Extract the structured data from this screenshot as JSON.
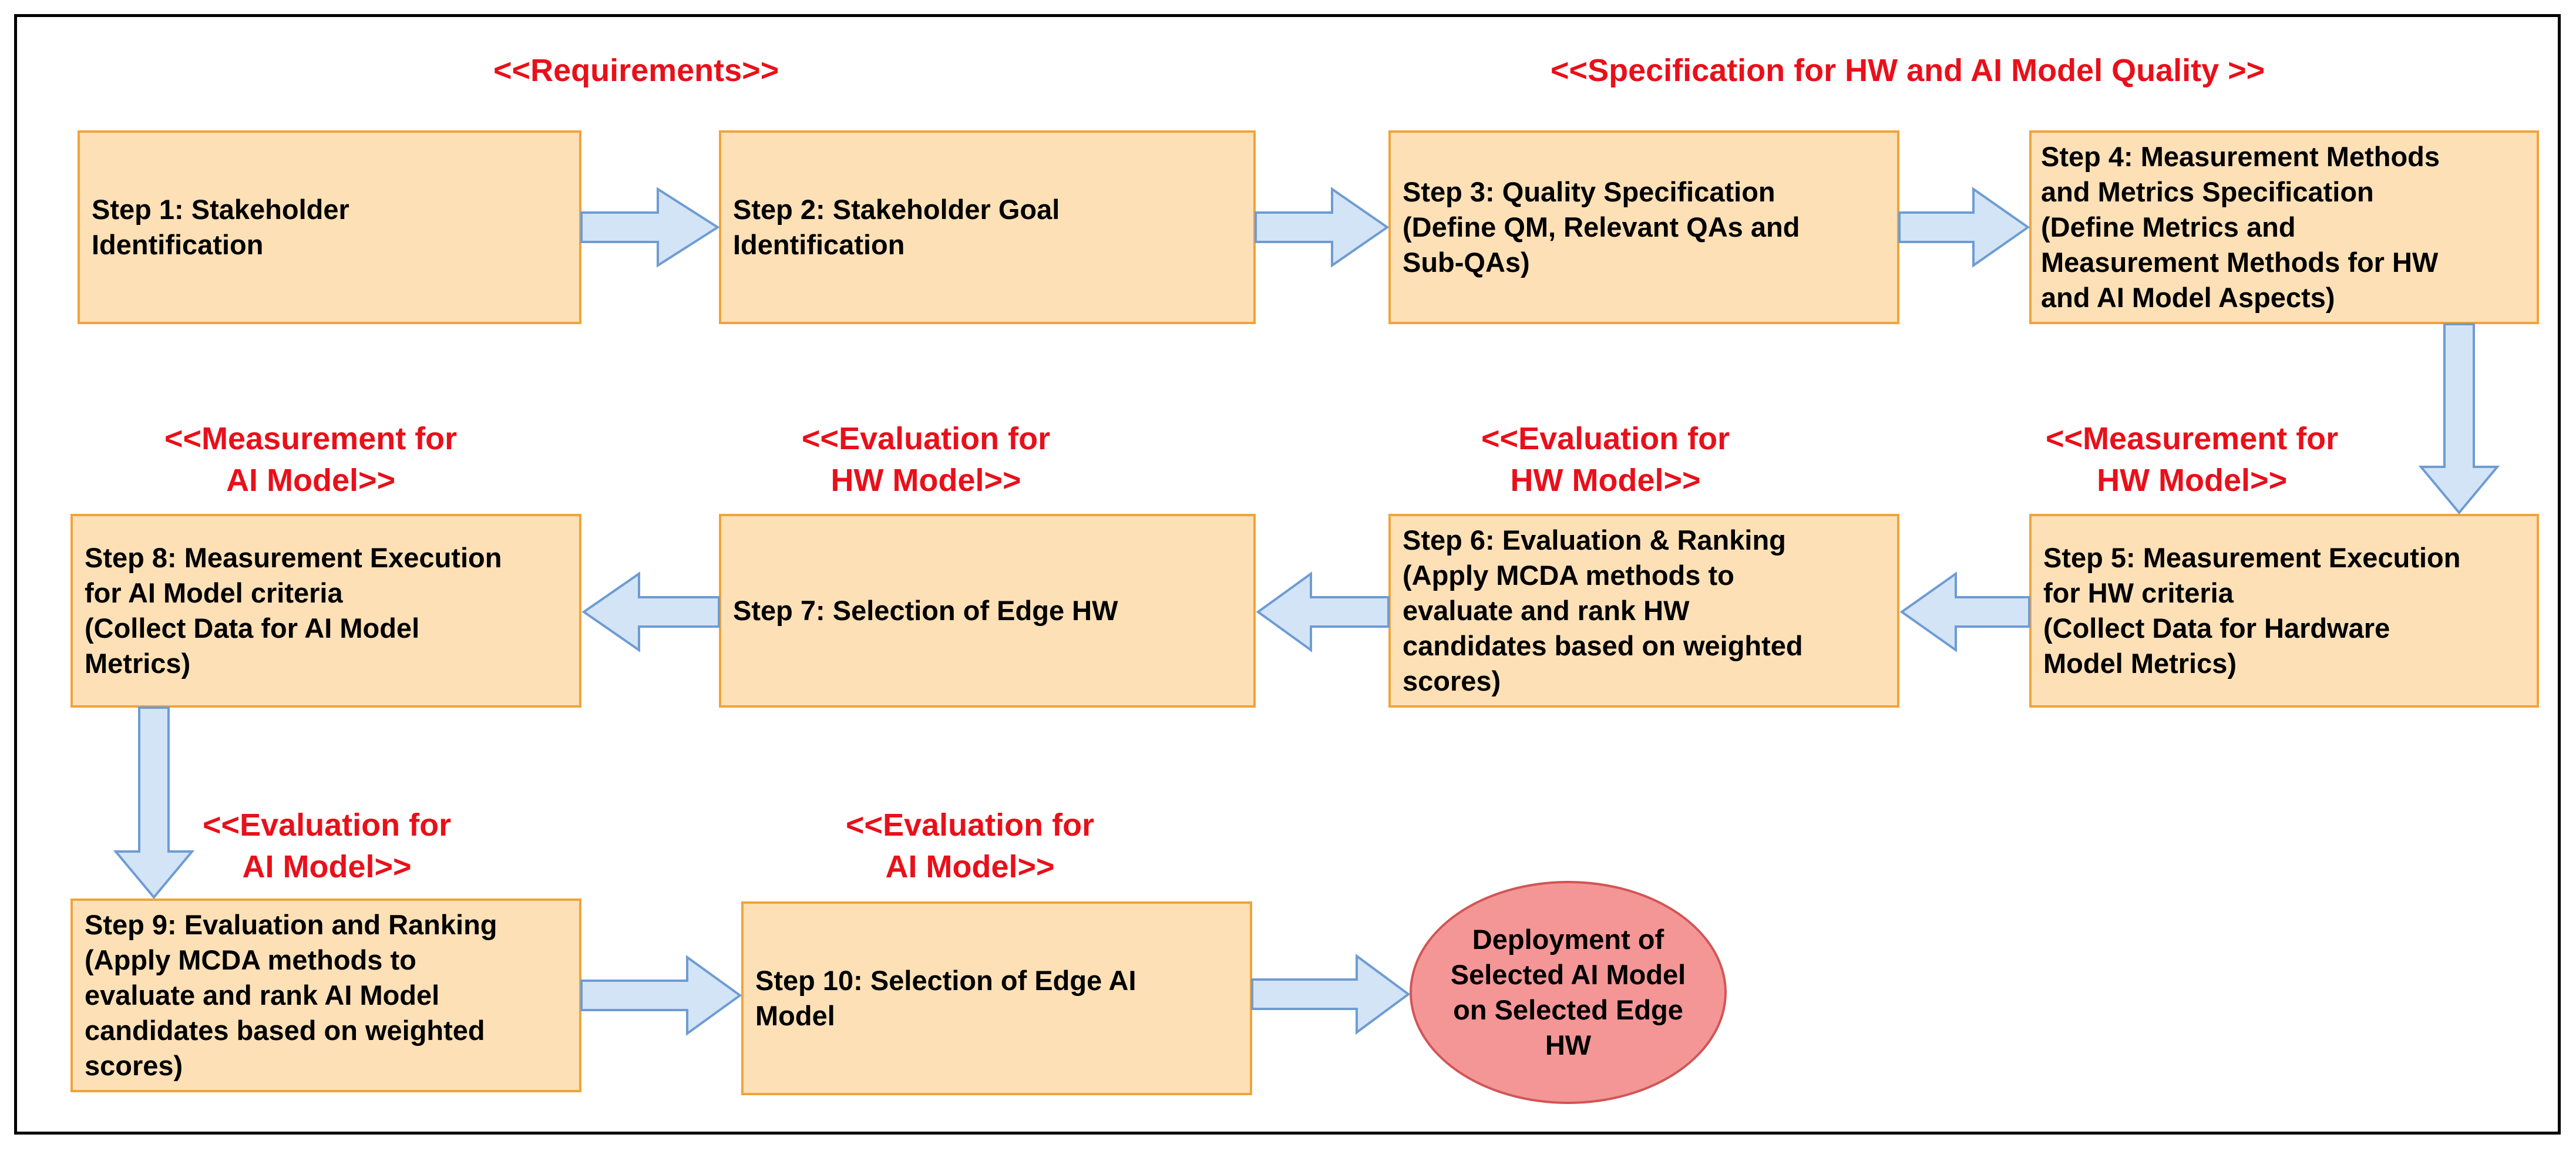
{
  "labels": {
    "requirements": "<<Requirements>>",
    "specification": "<<Specification for HW and AI Model Quality >>",
    "measurement_ai": [
      "<<Measurement for",
      "AI Model>>"
    ],
    "evaluation_hw_1": [
      "<<Evaluation for",
      "HW Model>>"
    ],
    "evaluation_hw_2": [
      "<<Evaluation for",
      "HW Model>>"
    ],
    "measurement_hw": [
      "<<Measurement for",
      "HW Model>>"
    ],
    "evaluation_ai_1": [
      "<<Evaluation for",
      "AI Model>>"
    ],
    "evaluation_ai_2": [
      "<<Evaluation for",
      "AI Model>>"
    ]
  },
  "steps": {
    "step1": "Step 1: Stakeholder\nIdentification",
    "step2": "Step 2: Stakeholder Goal\nIdentification",
    "step3": "Step 3: Quality Specification\n(Define QM, Relevant QAs and\nSub-QAs)",
    "step4": "Step 4: Measurement Methods\nand Metrics Specification\n(Define Metrics and\nMeasurement Methods for HW\nand AI Model Aspects)",
    "step5": "Step 5: Measurement Execution\nfor HW criteria\n(Collect Data for Hardware\nModel Metrics)",
    "step6": "Step 6: Evaluation & Ranking\n(Apply MCDA methods to\nevaluate and rank HW\ncandidates based on weighted\nscores)",
    "step7": "Step 7: Selection of Edge HW",
    "step8": "Step 8: Measurement Execution\nfor AI Model criteria\n(Collect Data for AI Model\nMetrics)",
    "step9": "Step 9: Evaluation and Ranking\n(Apply MCDA methods to\nevaluate and rank AI Model\ncandidates based on weighted\nscores)",
    "step10": "Step 10: Selection of Edge AI\nModel"
  },
  "final": "Deployment of\nSelected AI Model\non Selected Edge\nHW",
  "colors": {
    "box_fill": "#fde0b6",
    "box_border": "#f0a43a",
    "label_red": "#e8101a",
    "arrow_fill": "#d3e4f7",
    "arrow_stroke": "#6e9cd3",
    "final_fill": "#f49696"
  }
}
